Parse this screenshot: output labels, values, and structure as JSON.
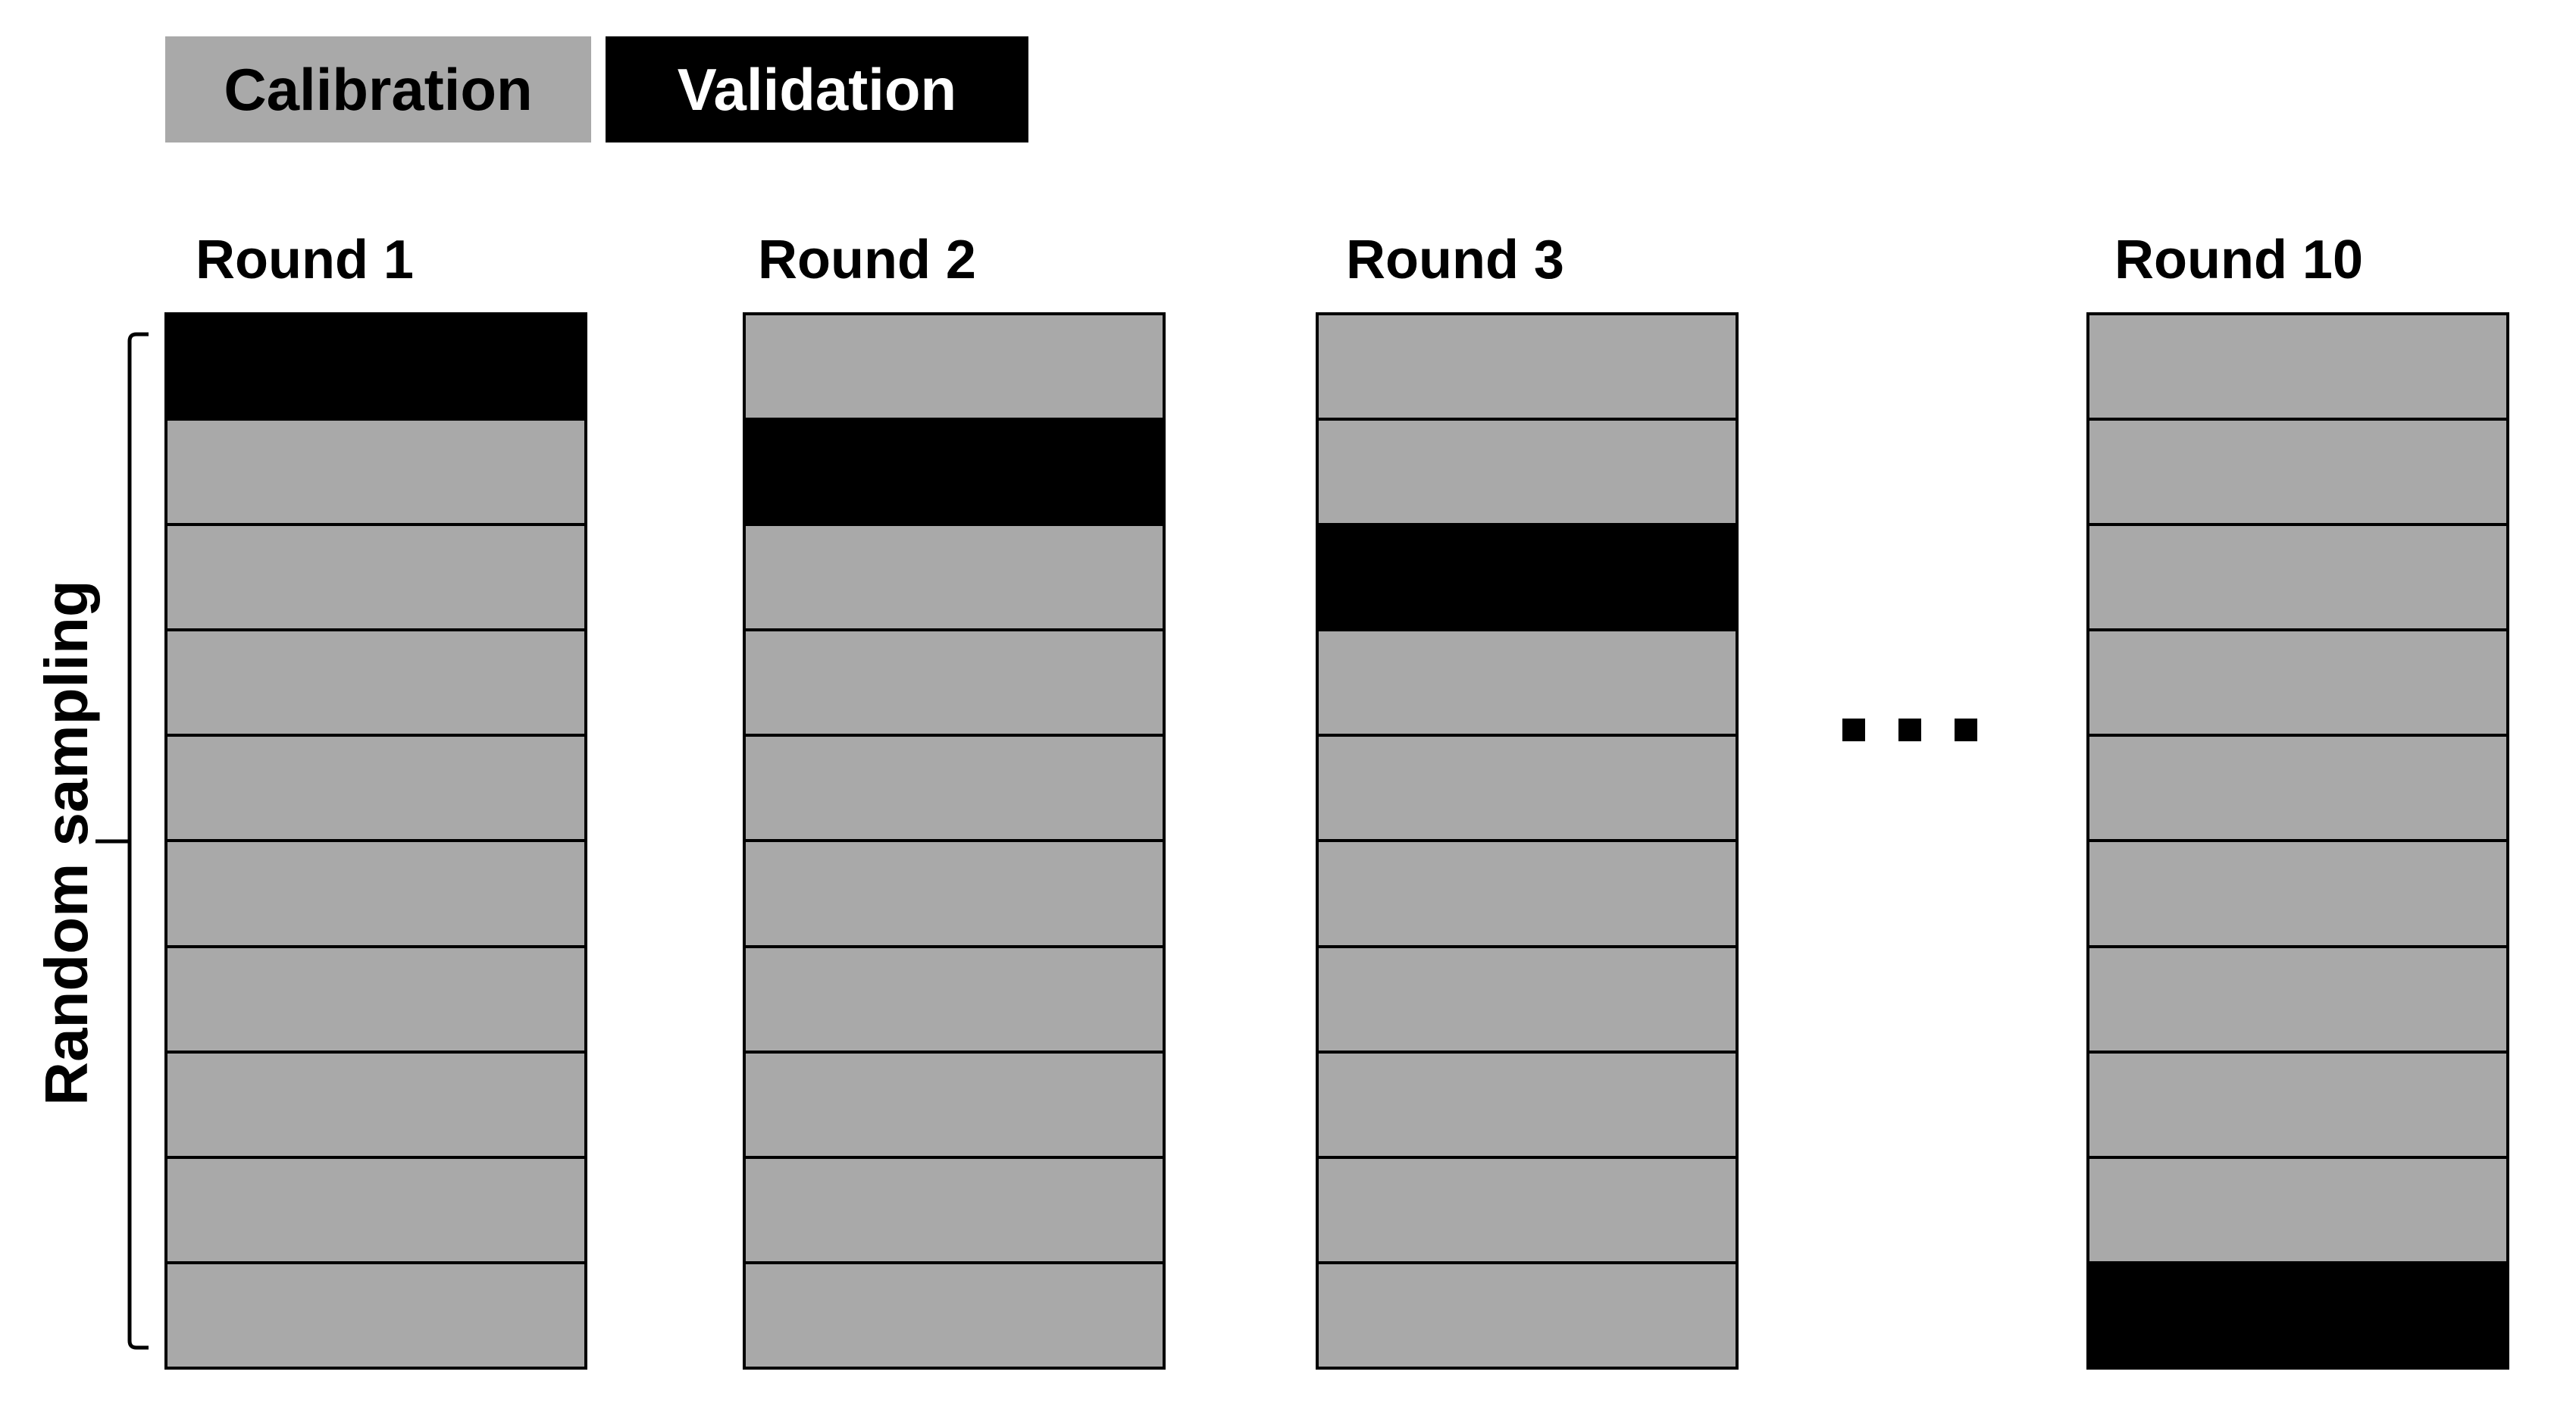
{
  "figure": {
    "background": "#ffffff"
  },
  "colors": {
    "calibration": "#a9a9a9",
    "validation": "#000000",
    "line": "#000000"
  },
  "legend": {
    "items": [
      {
        "label": "Calibration",
        "fill": "#a9a9a9",
        "text_color": "#000000"
      },
      {
        "label": "Validation",
        "fill": "#000000",
        "text_color": "#ffffff"
      }
    ]
  },
  "left_axis": {
    "label": "Random sampling"
  },
  "rounds": [
    {
      "label": "Round 1",
      "cells": [
        "validation",
        "calibration",
        "calibration",
        "calibration",
        "calibration",
        "calibration",
        "calibration",
        "calibration",
        "calibration",
        "calibration"
      ]
    },
    {
      "label": "Round 2",
      "cells": [
        "calibration",
        "validation",
        "calibration",
        "calibration",
        "calibration",
        "calibration",
        "calibration",
        "calibration",
        "calibration",
        "calibration"
      ]
    },
    {
      "label": "Round 3",
      "cells": [
        "calibration",
        "calibration",
        "validation",
        "calibration",
        "calibration",
        "calibration",
        "calibration",
        "calibration",
        "calibration",
        "calibration"
      ]
    },
    {
      "label": "Round 10",
      "cells": [
        "calibration",
        "calibration",
        "calibration",
        "calibration",
        "calibration",
        "calibration",
        "calibration",
        "calibration",
        "calibration",
        "validation"
      ]
    }
  ],
  "ellipsis": {
    "dot_count": 3
  }
}
